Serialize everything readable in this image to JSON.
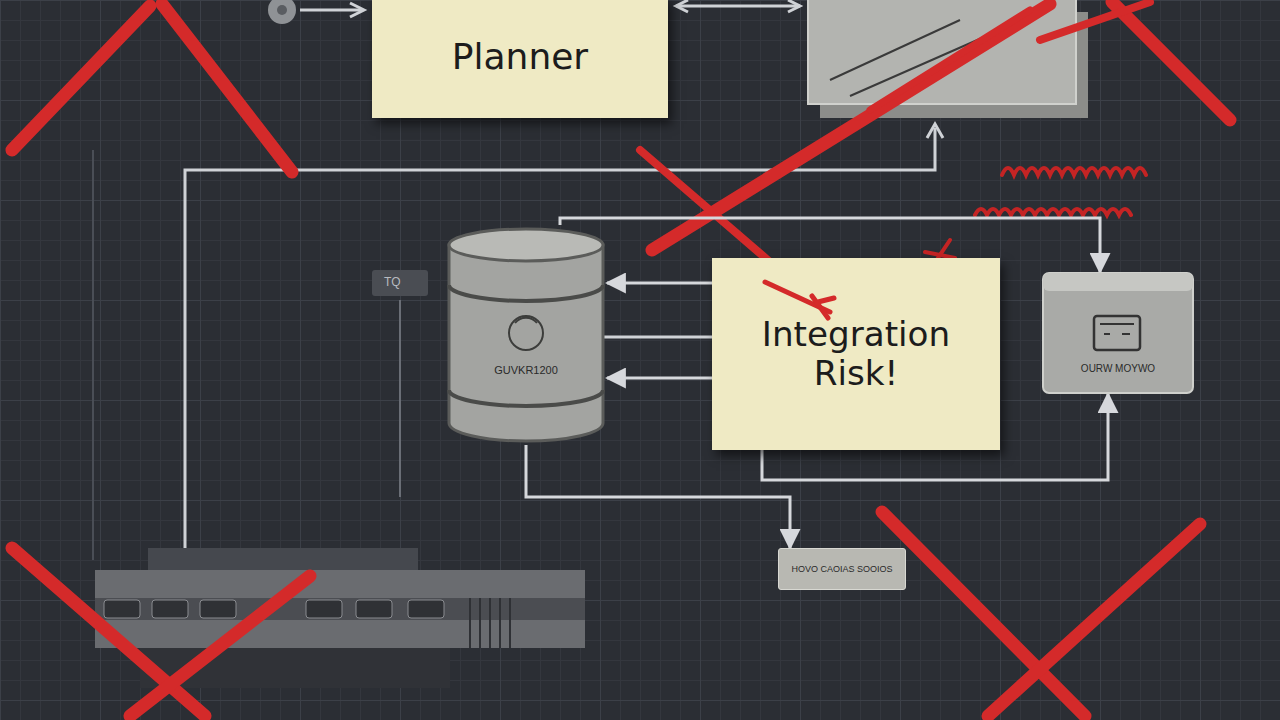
{
  "diagram": {
    "nodes": [
      {
        "text": [
          "Planner"
        ]
      },
      {
        "text": [
          "GUVKR1200"
        ]
      },
      {
        "text": [
          "Integration Risk!"
        ]
      },
      {
        "text": [
          "OURW MOYWO"
        ]
      },
      {
        "text": [
          "HOVO CAOIAS SOOIOS"
        ]
      }
    ],
    "edges": [
      {
        "from": 2,
        "to": 1,
        "arrow": "to"
      },
      {
        "from": 2,
        "to": 1,
        "arrow": "to"
      },
      {
        "from": 1,
        "to": 3,
        "arrow": "to"
      },
      {
        "from": 2,
        "to": 3,
        "arrow": "to"
      },
      {
        "from": 1,
        "to": 4,
        "arrow": "to"
      }
    ],
    "labels": [
      "TQ"
    ]
  }
}
